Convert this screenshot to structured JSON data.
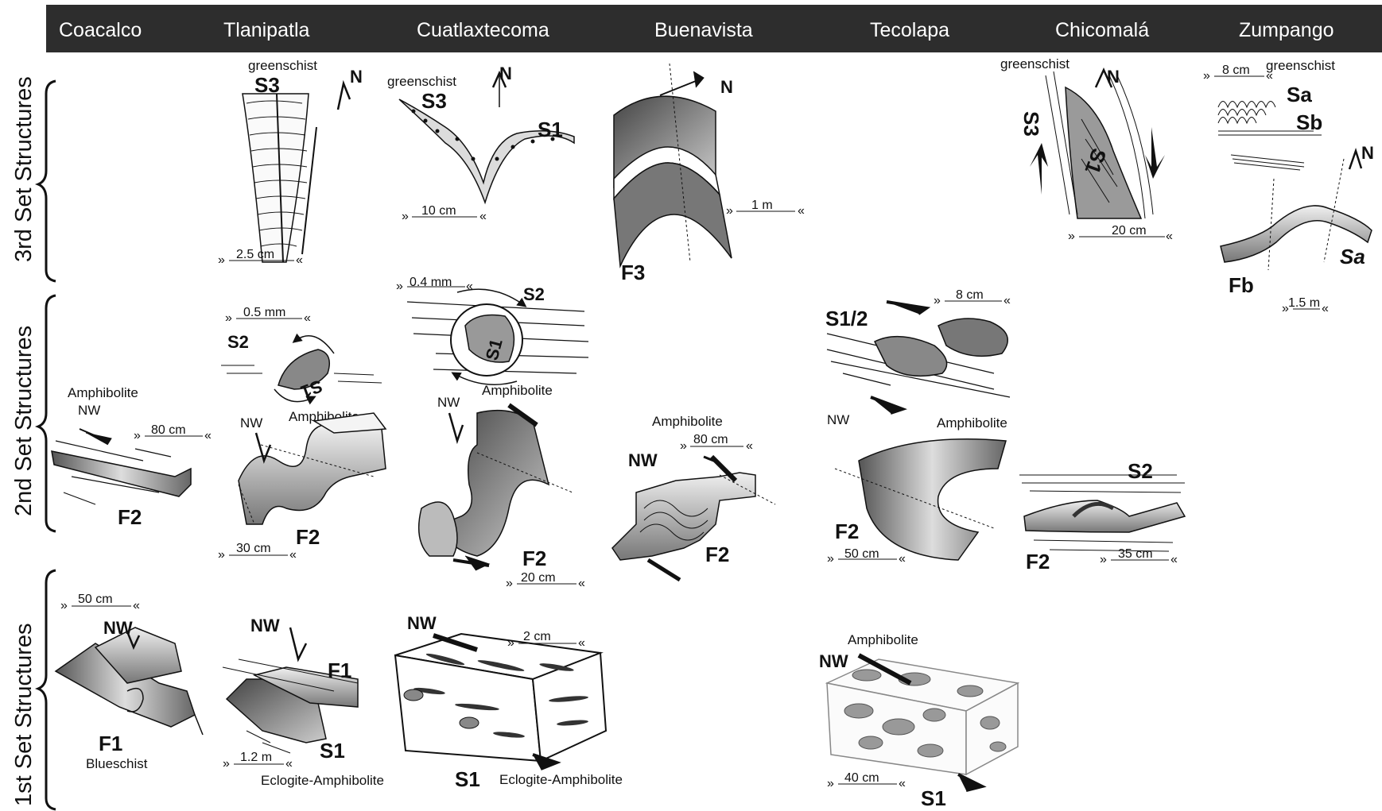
{
  "localities": [
    "Coacalco",
    "Tlanipatla",
    "Cuatlaxtecoma",
    "Buenavista",
    "Tecolapa",
    "Chicomalá",
    "Zumpango"
  ],
  "rows": {
    "third": "3rd Set Structures",
    "second": "2nd Set Structures",
    "first": "1st Set Structures"
  },
  "third": {
    "tlanipatla": {
      "rock": "greenschist",
      "fabric": "S3",
      "north": "N",
      "scale": "2.5 cm"
    },
    "cuatlaxtecoma": {
      "rock": "greenschist",
      "fabric": "S3",
      "fabric2": "S1",
      "north": "N",
      "scale": "10 cm"
    },
    "buenavista": {
      "north": "N",
      "scale": "1 m",
      "fold": "F3"
    },
    "chicomala": {
      "rock": "greenschist",
      "fabric": "S3",
      "fabric2": "S1",
      "north": "N",
      "scale": "20 cm"
    },
    "zumpango": {
      "scale_top": "8 cm",
      "rock": "greenschist",
      "sa": "Sa",
      "sb": "Sb",
      "north": "N",
      "sa2": "Sa",
      "fb": "Fb",
      "scale": "1.5 m"
    }
  },
  "second": {
    "coacalco": {
      "rock": "Amphibolite",
      "dir": "NW",
      "scale": "80 cm",
      "fold": "F2"
    },
    "tlanipatla_micro": {
      "scale": "0.5 mm",
      "s2": "S2",
      "s1": "S1",
      "rock": "Amphibolite"
    },
    "tlanipatla": {
      "dir": "NW",
      "scale": "30 cm",
      "fold": "F2"
    },
    "cuatlaxtecoma_micro": {
      "scale": "0.4 mm",
      "s2": "S2",
      "s1": "S1",
      "rock": "Amphibolite"
    },
    "cuatlaxtecoma": {
      "dir": "NW",
      "fold": "F2",
      "scale": "20 cm"
    },
    "buenavista": {
      "rock": "Amphibolite",
      "scale": "80 cm",
      "dir": "NW",
      "fold": "F2"
    },
    "tecolapa_top": {
      "fabric": "S1/2",
      "scale": "8 cm"
    },
    "tecolapa": {
      "dir": "NW",
      "rock": "Amphibolite",
      "fold": "F2",
      "scale": "50 cm"
    },
    "chicomala": {
      "s2": "S2",
      "fold": "F2",
      "scale": "35 cm"
    }
  },
  "first": {
    "coacalco": {
      "scale": "50 cm",
      "dir": "NW",
      "fold": "F1",
      "rock": "Blueschist"
    },
    "tlanipatla": {
      "dir": "NW",
      "fold": "F1",
      "fabric": "S1",
      "scale": "1.2 m",
      "rock": "Eclogite-Amphibolite"
    },
    "cuatlaxtecoma": {
      "dir": "NW",
      "scale": "2 cm",
      "fabric": "S1",
      "rock": "Eclogite-Amphibolite"
    },
    "tecolapa": {
      "rock": "Amphibolite",
      "dir": "NW",
      "scale": "40 cm",
      "fabric": "S1"
    }
  }
}
